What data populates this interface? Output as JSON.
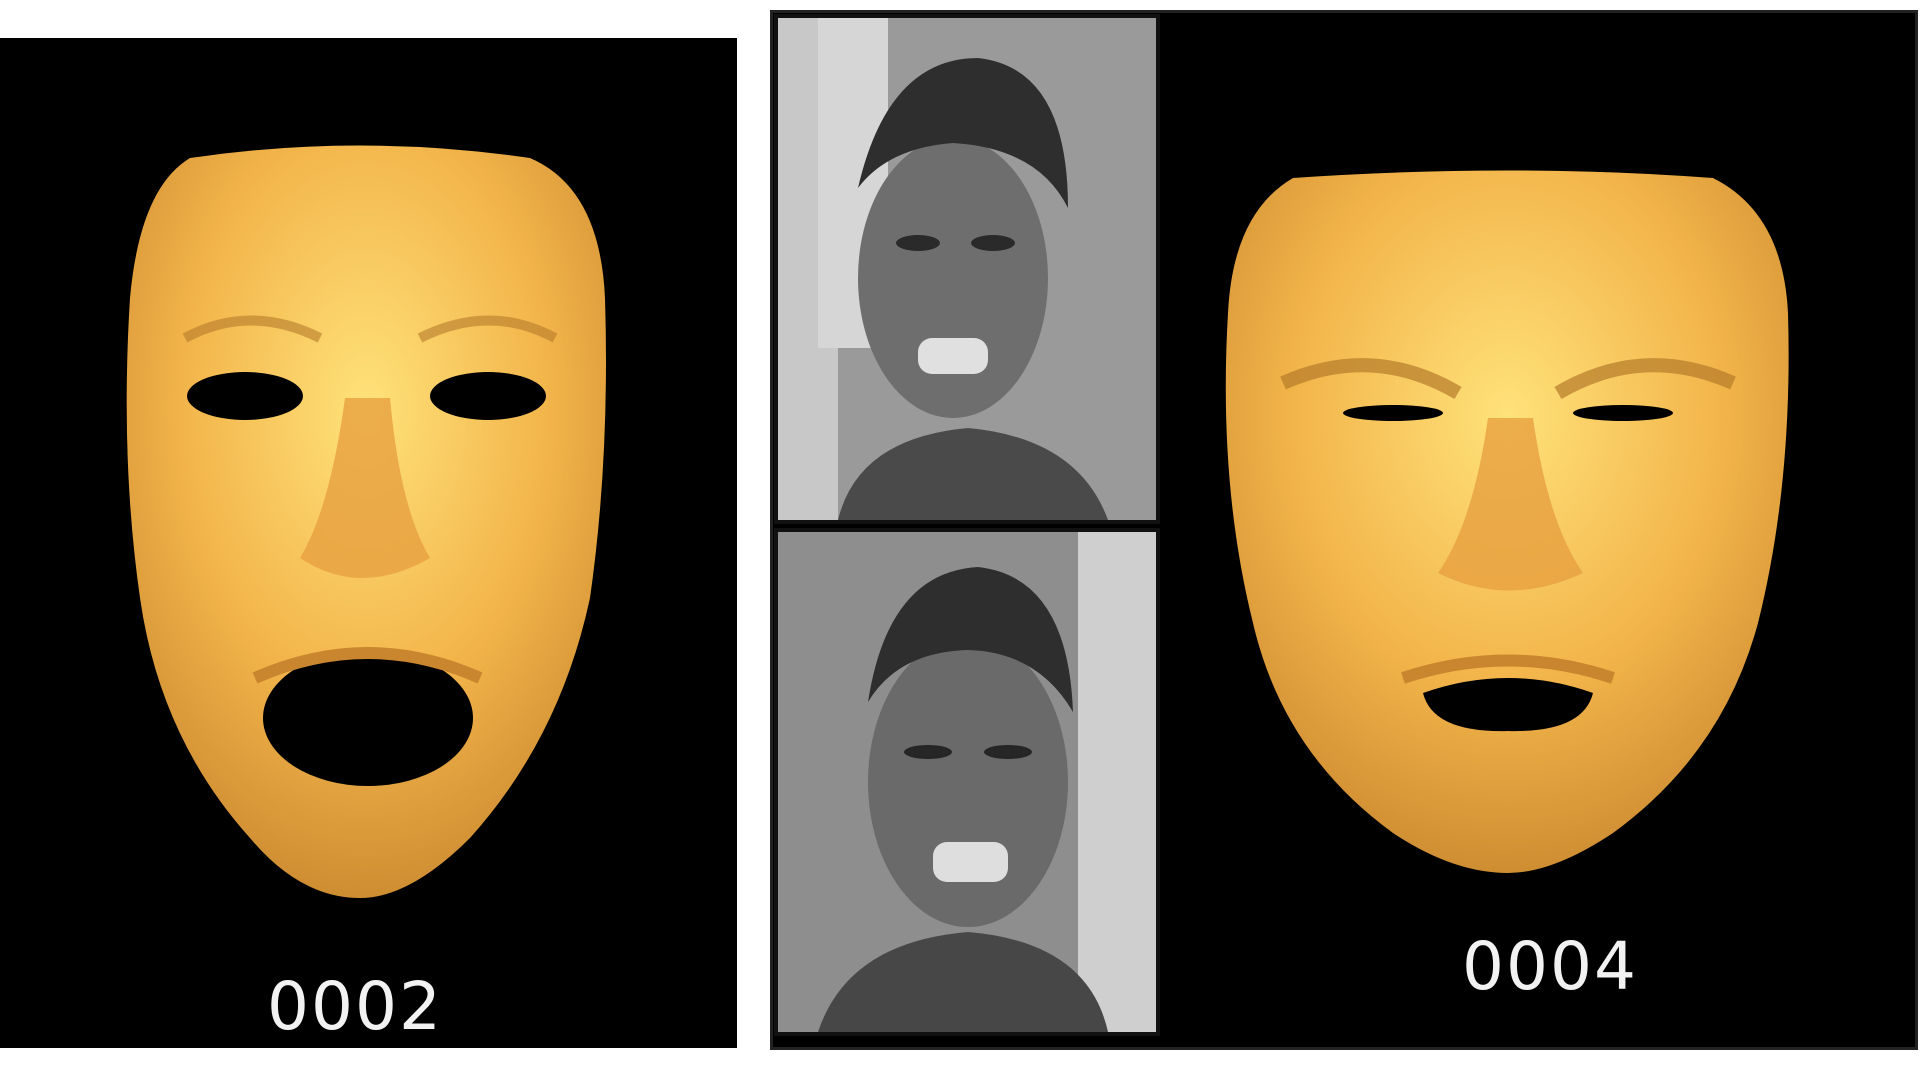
{
  "frames": {
    "left": {
      "label": "0002",
      "expression": "open-mouth"
    },
    "right": {
      "label": "0004",
      "expression": "disgust"
    }
  },
  "photos": [
    {
      "id": "top",
      "description_icon": "person-photo-icon"
    },
    {
      "id": "bottom",
      "description_icon": "person-photo-icon"
    }
  ],
  "colors": {
    "mask": "#f2b44a",
    "mask_highlight": "#ffe27a",
    "mask_shadow": "#c9862e",
    "background": "#000000"
  }
}
